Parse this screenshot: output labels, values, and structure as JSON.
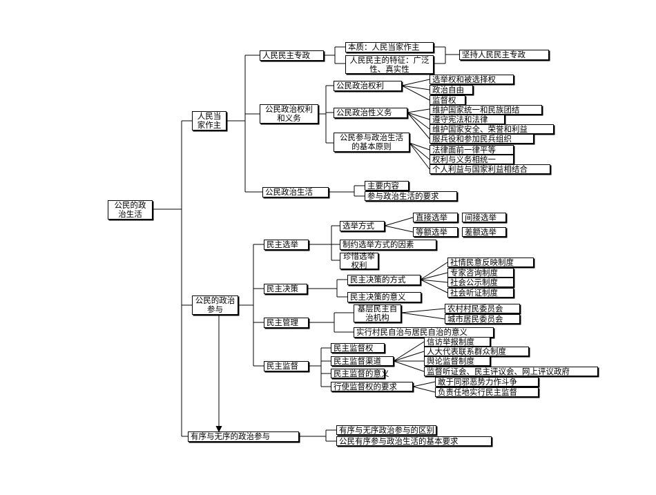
{
  "root": "公民的政治生活",
  "n1": {
    "label": "人民当家作主",
    "a": {
      "label": "人民民主专政",
      "essence": "本质：人民当家作主",
      "features": "人民民主的特征：广泛性、真实性",
      "adhere": "坚持人民民主专政"
    },
    "b": {
      "label": "公民政治权利和义务",
      "rights": {
        "label": "公民政治权利",
        "items": [
          "选举权和被选择权",
          "政治自由",
          "监督权"
        ]
      },
      "duties": {
        "label": "公民政治性义务",
        "items": [
          "维护国家统一和民族团结",
          "遵守宪法和法律",
          "维护国家安全、荣誉和利益",
          "服兵役和参加民兵组织"
        ]
      },
      "principles": {
        "label": "公民参与政治生活的基本原则",
        "items": [
          "法律面前一律平等",
          "权利与义务相统一",
          "个人利益与国家利益相结合"
        ]
      }
    },
    "c": {
      "label": "公民政治生活",
      "items": [
        "主要内容",
        "参与政治生活的要求"
      ]
    }
  },
  "n2": {
    "label": "公民的政治参与",
    "election": {
      "label": "民主选举",
      "methods": {
        "label": "选举方式",
        "row1": [
          "直接选举",
          "间接选举"
        ],
        "row2": [
          "等额选举",
          "差额选举"
        ]
      },
      "factors": "制约选举方式的因素",
      "cherish": "珍惜选举权利"
    },
    "decision": {
      "label": "民主决策",
      "methods": {
        "label": "民主决策的方式",
        "items": [
          "社情民意反映制度",
          "专家咨询制度",
          "社会公示制度",
          "社会听证制度"
        ]
      },
      "meaning": "民主决策的意义"
    },
    "management": {
      "label": "民主管理",
      "org": {
        "label": "基层民主自治机构",
        "items": [
          "农村村民委员会",
          "城市居民委员会"
        ]
      },
      "meaning": "实行村民自治与居民自治的意义"
    },
    "supervision": {
      "label": "民主监督",
      "right": "民主监督权",
      "channels": {
        "label": "民主监督渠道",
        "items": [
          "信访举报制度",
          "人大代表联系群众制度",
          "舆论监督制度",
          "监督听证会、民主评议会、网上评议政府"
        ]
      },
      "meaning": "民主监督的意义",
      "requirements": {
        "label": "行使监督权的要求",
        "items": [
          "敢于同邪恶势力作斗争",
          "负责任地实行民主监督"
        ]
      }
    }
  },
  "n3": {
    "label": "有序与无序的政治参与",
    "items": [
      "有序与无序政治参与的区别",
      "公民有序参与政治生活的基本要求"
    ]
  }
}
